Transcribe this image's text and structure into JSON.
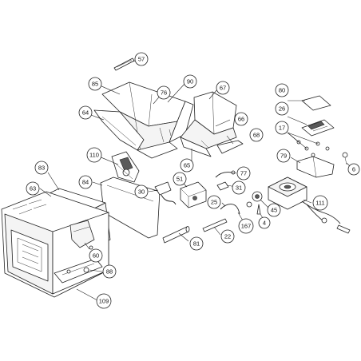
{
  "diagram": {
    "callouts": {
      "c57": "57",
      "c85": "85",
      "c90": "90",
      "c76": "76",
      "c67": "67",
      "c80": "80",
      "c64": "64",
      "c66": "66",
      "c26": "26",
      "c17": "17",
      "c68": "68",
      "c110": "110",
      "c79": "79",
      "c65": "65",
      "c6": "6",
      "c83": "83",
      "c77": "77",
      "c84": "84",
      "c51": "51",
      "c31": "31",
      "c63": "63",
      "c30": "30",
      "c25": "25",
      "c45": "45",
      "c111": "111",
      "c4": "4",
      "c167": "167",
      "c22": "22",
      "c81": "81",
      "c60": "60",
      "c88": "88",
      "c109": "109"
    }
  }
}
